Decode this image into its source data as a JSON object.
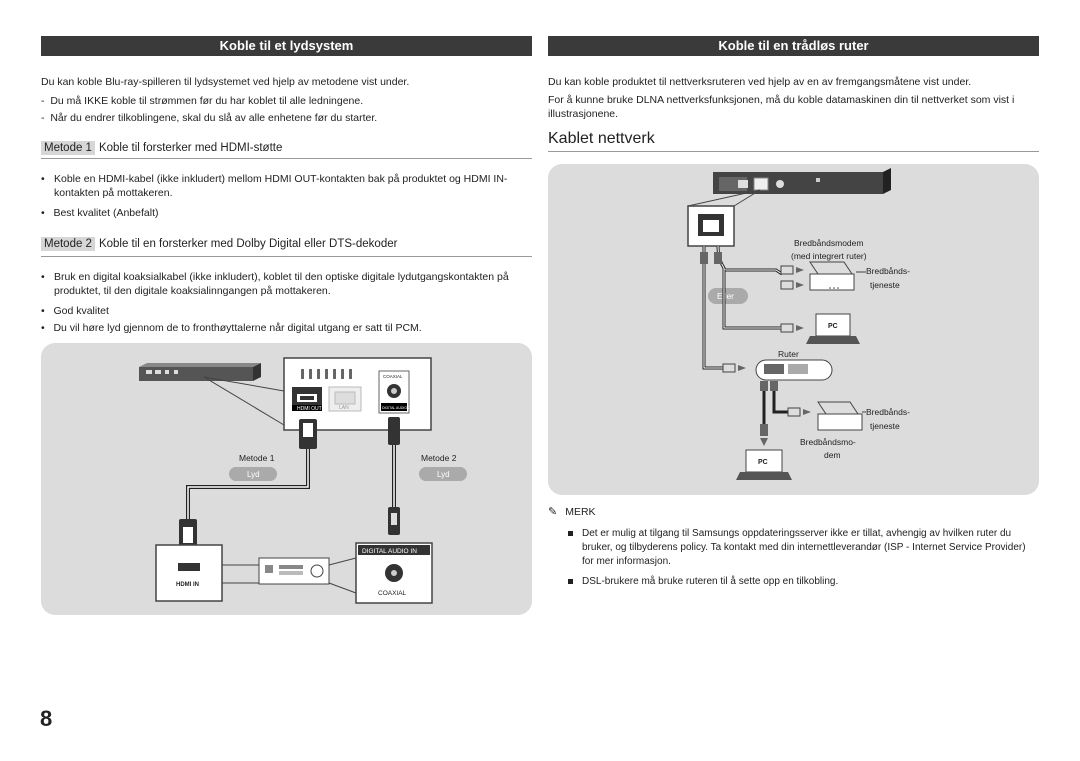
{
  "left": {
    "banner": "Koble til et lydsystem",
    "intro": "Du kan koble Blu-ray-spilleren til lydsystemet ved hjelp av metodene vist under.",
    "dash_notes": [
      "Du må IKKE koble til strømmen før du har koblet til alle ledningene.",
      "Når du endrer tilkoblingene, skal du slå av alle enhetene før du starter."
    ],
    "method1": {
      "label": "Metode 1",
      "title": "Koble til forsterker med HDMI-støtte",
      "bullets": [
        "Koble en HDMI-kabel (ikke inkludert) mellom HDMI OUT-kontakten bak på produktet og HDMI IN-kontakten på mottakeren.",
        "Best kvalitet (Anbefalt)"
      ]
    },
    "method2": {
      "label": "Metode 2",
      "title": "Koble til en forsterker med Dolby Digital eller DTS-dekoder",
      "bullets": [
        "Bruk en digital koaksialkabel (ikke inkludert), koblet til den optiske digitale lydutgangskontakten på produktet, til den digitale koaksialinngangen på mottakeren.",
        "God kvalitet",
        "Du vil høre lyd gjennom de to fronthøyttalerne når digital utgang er satt til PCM."
      ]
    },
    "diagram": {
      "metode1": "Metode 1",
      "metode2": "Metode 2",
      "lyd1": "Lyd",
      "lyd2": "Lyd",
      "hdmi_out": "HDMI OUT",
      "lan": "LAN",
      "coaxial_top": "COAXIAL",
      "digital_audio_out": "DIGITAL AUDIO OUT",
      "hdmi_in": "HDMI IN",
      "digital_audio_in": "DIGITAL AUDIO IN",
      "coaxial": "COAXIAL"
    }
  },
  "right": {
    "banner": "Koble til en trådløs ruter",
    "intro1": "Du kan koble produktet til nettverksruteren ved hjelp av en av fremgangsmåtene vist under.",
    "intro2": "For å kunne bruke DLNA nettverksfunksjonen, må du koble datamaskinen din til nettverket som vist i illustrasjonene.",
    "heading": "Kablet nettverk",
    "diagram": {
      "modem_line1": "Bredbåndsmodem",
      "modem_line2": "(med integrert ruter)",
      "service1_line1": "Bredbånds-",
      "service1_line2": "tjeneste",
      "eller": "Eller",
      "pc1": "PC",
      "ruter": "Ruter",
      "service2_line1": "Bredbånds-",
      "service2_line2": "tjeneste",
      "modem2_line1": "Bredbåndsmo-",
      "modem2_line2": "dem",
      "pc2": "PC"
    },
    "note_title": "MERK",
    "notes": [
      "Det er mulig at tilgang til Samsungs oppdateringsserver ikke er tillat, avhengig av hvilken ruter du bruker, og tilbyderens policy. Ta kontakt med din internettleverandør (ISP - Internet Service Provider) for mer informasjon.",
      "DSL-brukere må bruke ruteren til å sette opp en tilkobling."
    ]
  },
  "page_number": "8"
}
